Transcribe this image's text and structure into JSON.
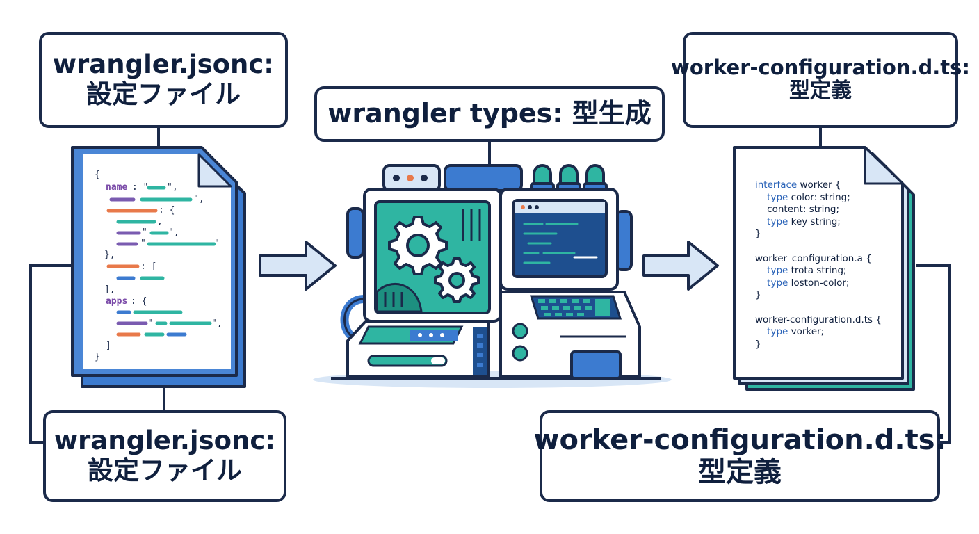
{
  "labels": {
    "config_top": {
      "line1": "wrangler.jsonc:",
      "line2": "設定ファイル"
    },
    "config_bottom": {
      "line1": "wrangler.jsonc:",
      "line2": "設定ファイル"
    },
    "generator": {
      "text": "wrangler types: 型生成"
    },
    "types_top": {
      "line1": "worker-configuration.d.ts:",
      "line2": "型定義"
    },
    "types_bottom": {
      "line1": "worker-configuration.d.ts:",
      "line2": "型定義"
    }
  },
  "config_file": {
    "open": "{",
    "name_key": "name",
    "apps_key": "apps",
    "close": "}"
  },
  "types_file": {
    "lines": [
      {
        "kw": "interface",
        "rest": " worker {"
      },
      {
        "kw": "    type",
        "rest": " color: string;"
      },
      {
        "kw": "",
        "rest": "    content: string;"
      },
      {
        "kw": "    type",
        "rest": " key string;"
      },
      {
        "kw": "",
        "rest": "}"
      },
      {
        "kw": "",
        "rest": ""
      },
      {
        "kw": "",
        "rest": "worker–configuration.a {"
      },
      {
        "kw": "    type",
        "rest": " trota string;"
      },
      {
        "kw": "    type",
        "rest": " loston-color;"
      },
      {
        "kw": "",
        "rest": "}"
      },
      {
        "kw": "",
        "rest": ""
      },
      {
        "kw": "",
        "rest": "worker-configuration.d.ts {"
      },
      {
        "kw": "    type",
        "rest": " vorker;"
      },
      {
        "kw": "",
        "rest": "}"
      }
    ]
  },
  "colors": {
    "outline": "#1b2a4a",
    "blue": "#3c7bd0",
    "teal": "#2fb5a2",
    "purple": "#7a5bb0",
    "orange": "#e8794a",
    "light_blue": "#d8e6f6"
  }
}
